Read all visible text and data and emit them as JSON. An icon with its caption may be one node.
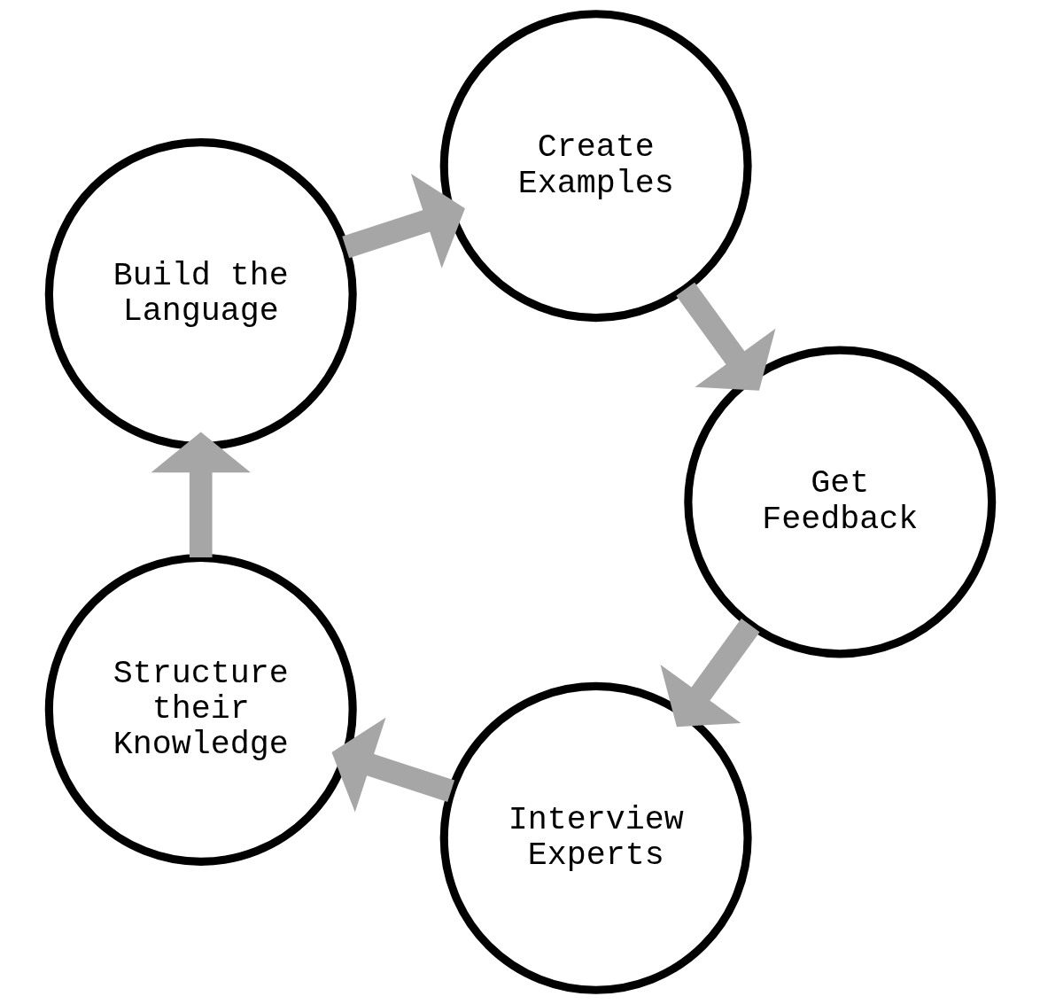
{
  "diagram": {
    "nodes": [
      {
        "text": [
          "Interview Experts"
        ]
      },
      {
        "text": [
          "Structure their Knowledge"
        ]
      },
      {
        "text": [
          "Build the Language"
        ]
      },
      {
        "text": [
          "Create Examples"
        ]
      },
      {
        "text": [
          "Get Feedback"
        ]
      }
    ],
    "edges": [
      {
        "from": 0,
        "to": 1,
        "arrow": "to"
      },
      {
        "from": 1,
        "to": 2,
        "arrow": "to"
      },
      {
        "from": 2,
        "to": 3,
        "arrow": "to"
      },
      {
        "from": 3,
        "to": 4,
        "arrow": "to"
      },
      {
        "from": 4,
        "to": 0,
        "arrow": "to"
      }
    ]
  }
}
